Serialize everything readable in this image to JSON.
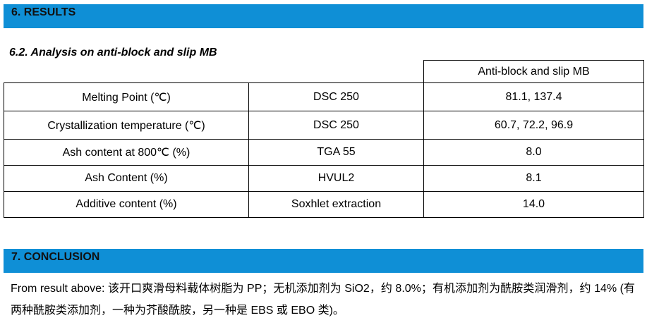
{
  "results_section": {
    "title": "6. RESULTS"
  },
  "analysis": {
    "heading": "6.2. Analysis on anti-block and slip MB",
    "column_header": "Anti-block and slip MB",
    "rows": [
      {
        "property": "Melting Point (℃)",
        "method": "DSC 250",
        "value": "81.1, 137.4"
      },
      {
        "property": "Crystallization temperature (℃)",
        "method": "DSC 250",
        "value": "60.7, 72.2, 96.9"
      },
      {
        "property": "Ash content at 800℃ (%)",
        "method": "TGA 55",
        "value": "8.0"
      },
      {
        "property": "Ash Content (%)",
        "method": "HVUL2",
        "value": "8.1"
      },
      {
        "property": "Additive content (%)",
        "method": "Soxhlet extraction",
        "value": "14.0"
      }
    ]
  },
  "conclusion_section": {
    "title": "7. CONCLUSION",
    "text": "From result above: 该开口爽滑母料载体树脂为 PP；无机添加剂为 SiO2，约 8.0%；有机添加剂为酰胺类润滑剂，约 14% (有两种酰胺类添加剂，一种为芥酸酰胺，另一种是 EBS 或 EBO 类)。"
  },
  "colors": {
    "section_bar": "#0f8fd6",
    "text": "#000000"
  }
}
